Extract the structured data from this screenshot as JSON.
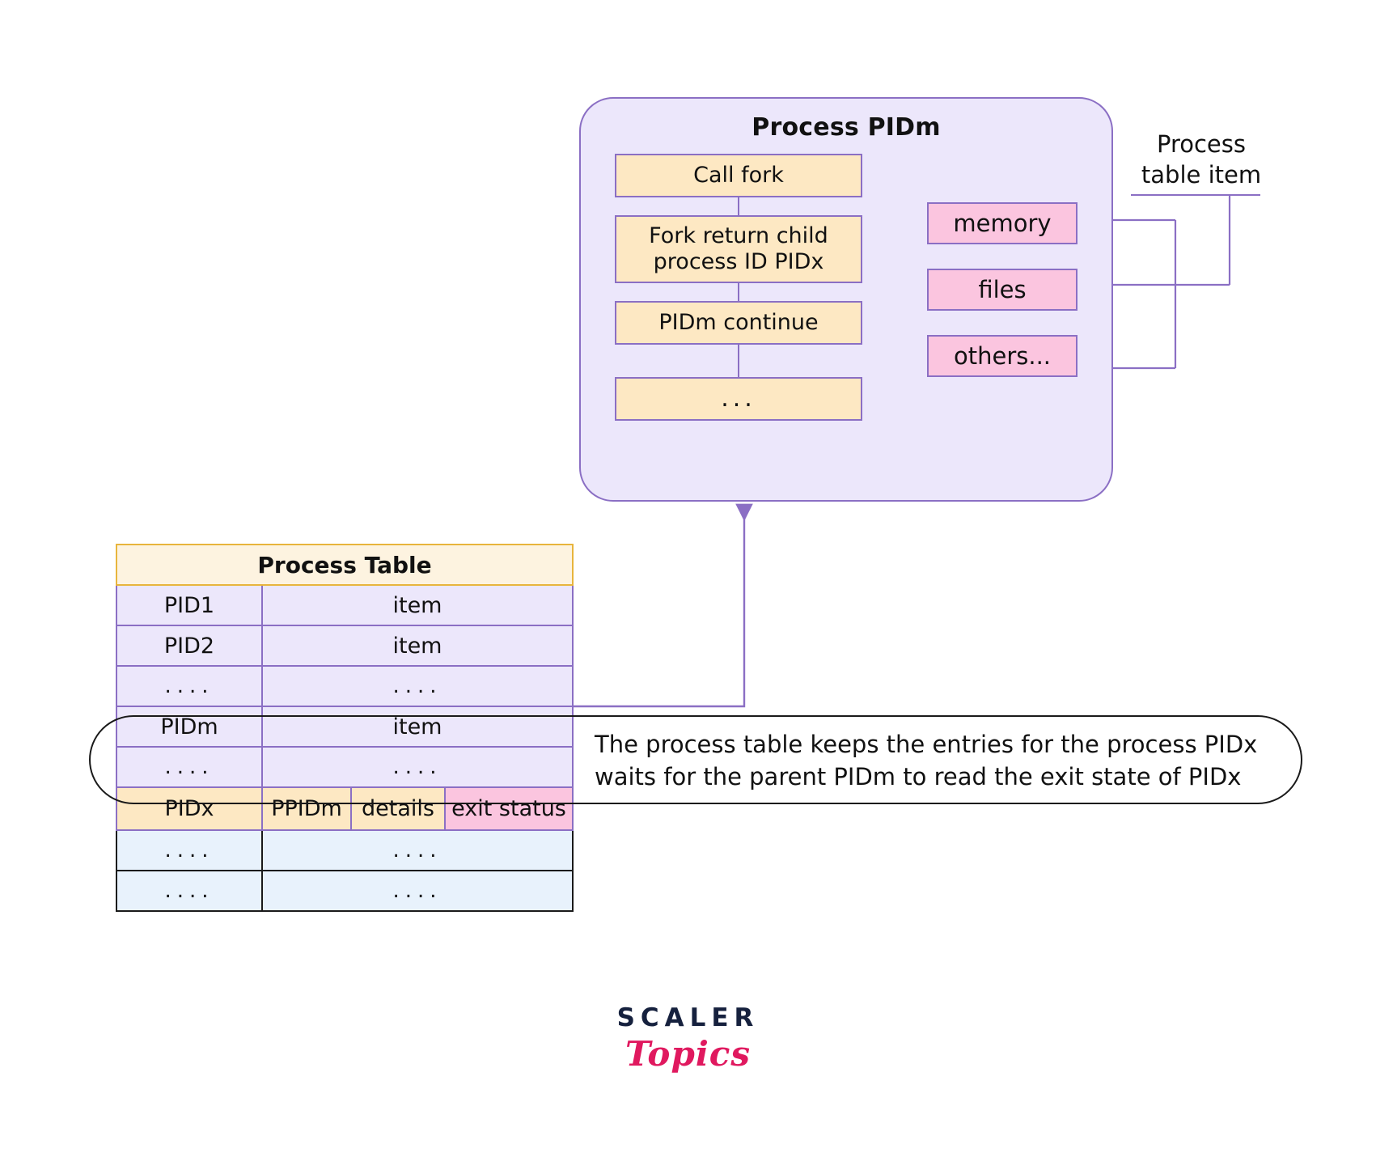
{
  "process_card": {
    "title": "Process PIDm",
    "flow_steps": [
      {
        "id": "call-fork",
        "label": "Call fork"
      },
      {
        "id": "fork-return",
        "label": "Fork return child process ID PIDx"
      },
      {
        "id": "pidm-cont",
        "label": "PIDm continue"
      },
      {
        "id": "ellipsis",
        "label": "..."
      }
    ],
    "resources": [
      {
        "id": "memory",
        "label": "memory"
      },
      {
        "id": "files",
        "label": "files"
      },
      {
        "id": "others",
        "label": "others..."
      }
    ]
  },
  "annotation": {
    "process_table_item": "Process\ntable item",
    "process_table_item_line1": "Process",
    "process_table_item_line2": "table item"
  },
  "process_table": {
    "title": "Process Table",
    "rows": [
      {
        "pid": "PID1",
        "item": "item",
        "style": "purple"
      },
      {
        "pid": "PID2",
        "item": "item",
        "style": "purple"
      },
      {
        "pid": "....",
        "item": "....",
        "style": "purple"
      },
      {
        "pid": "PIDm",
        "item": "item",
        "style": "purple"
      },
      {
        "pid": "....",
        "item": "....",
        "style": "purple"
      }
    ],
    "pidx_row": {
      "pid": "PIDx",
      "ppid": "PPIDm",
      "details": "details",
      "exit_status": "exit status"
    },
    "tail_rows": [
      {
        "pid": "....",
        "item": "....",
        "style": "blue"
      },
      {
        "pid": "....",
        "item": "....",
        "style": "blue"
      }
    ]
  },
  "callout": {
    "line1": "The process table keeps the entries for the process PIDx",
    "line2": "waits for the parent PIDm to read the exit state of PIDx"
  },
  "logo": {
    "scaler": "SCALER",
    "topics": "Topics"
  },
  "colors": {
    "card_bg": "#ece7fb",
    "card_border": "#8b6fc4",
    "flow_box": "#fde8c3",
    "resource_box": "#fbc5df",
    "table_header_bg": "#fdf3e0",
    "table_header_border": "#e8b53c",
    "table_row_bg": "#ece7fb",
    "table_tail_bg": "#e8f2fc",
    "accent_pink": "#e0195f",
    "logo_dark": "#16213e"
  }
}
